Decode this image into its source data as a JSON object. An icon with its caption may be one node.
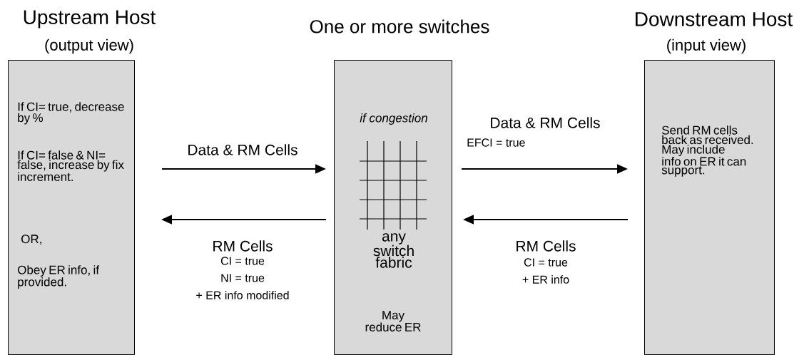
{
  "diagram": {
    "nodes": [
      {
        "text": [
          "Upstream Host",
          "(output view)",
          "If CI= true, decrease by %",
          "If CI= false & NI= false, increase by fix increment.",
          "OR,",
          "Obey ER info, if provided."
        ]
      },
      {
        "text": [
          "One or more switches",
          "if congestion",
          "any switch fabric",
          "May reduce ER"
        ]
      },
      {
        "text": [
          "Downstream Host",
          "(input view)",
          "Send RM cells back as received. May include info on ER it can support."
        ]
      }
    ],
    "edges": [
      {
        "from": 0,
        "to": 1,
        "arrow": "to",
        "label": "Data & RM Cells"
      },
      {
        "from": 1,
        "to": 2,
        "arrow": "to",
        "label": "Data & RM Cells"
      },
      {
        "from": 2,
        "to": 1,
        "arrow": "to",
        "label": "RM Cells"
      },
      {
        "from": 1,
        "to": 0,
        "arrow": "to",
        "label": "RM Cells"
      }
    ],
    "labels": [
      "EFCI = true",
      "CI = true",
      "NI = true",
      "+ ER info modified",
      "CI = true",
      "+ ER info"
    ]
  }
}
